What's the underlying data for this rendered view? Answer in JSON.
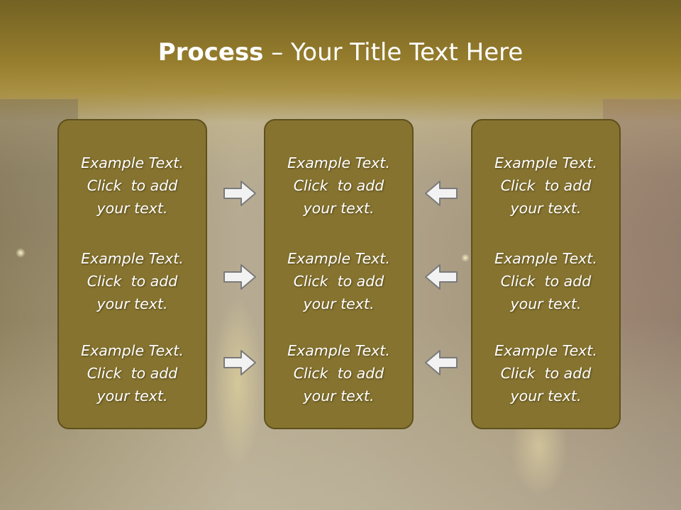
{
  "title": {
    "bold": "Process",
    "rest": " – Your Title Text Here"
  },
  "columns": [
    {
      "items": [
        {
          "line1": "Example Text.",
          "line2": "Click  to add",
          "line3": "your text."
        },
        {
          "line1": "Example Text.",
          "line2": "Click  to add",
          "line3": "your text."
        },
        {
          "line1": "Example Text.",
          "line2": "Click  to add",
          "line3": "your text."
        }
      ]
    },
    {
      "items": [
        {
          "line1": "Example Text.",
          "line2": "Click  to add",
          "line3": "your text."
        },
        {
          "line1": "Example Text.",
          "line2": "Click  to add",
          "line3": "your text."
        },
        {
          "line1": "Example Text.",
          "line2": "Click  to add",
          "line3": "your text."
        }
      ]
    },
    {
      "items": [
        {
          "line1": "Example Text.",
          "line2": "Click  to add",
          "line3": "your text."
        },
        {
          "line1": "Example Text.",
          "line2": "Click  to add",
          "line3": "your text."
        },
        {
          "line1": "Example Text.",
          "line2": "Click  to add",
          "line3": "your text."
        }
      ]
    }
  ],
  "arrows": {
    "left_group": "right-arrow-icon",
    "right_group": "left-arrow-icon"
  },
  "colors": {
    "box_fill": "#85732f",
    "box_border": "#5f511c",
    "title_band": "#8a7530",
    "text": "#ffffff",
    "arrow_fill": "#f2f2f2",
    "arrow_stroke": "#7a7a7a"
  }
}
